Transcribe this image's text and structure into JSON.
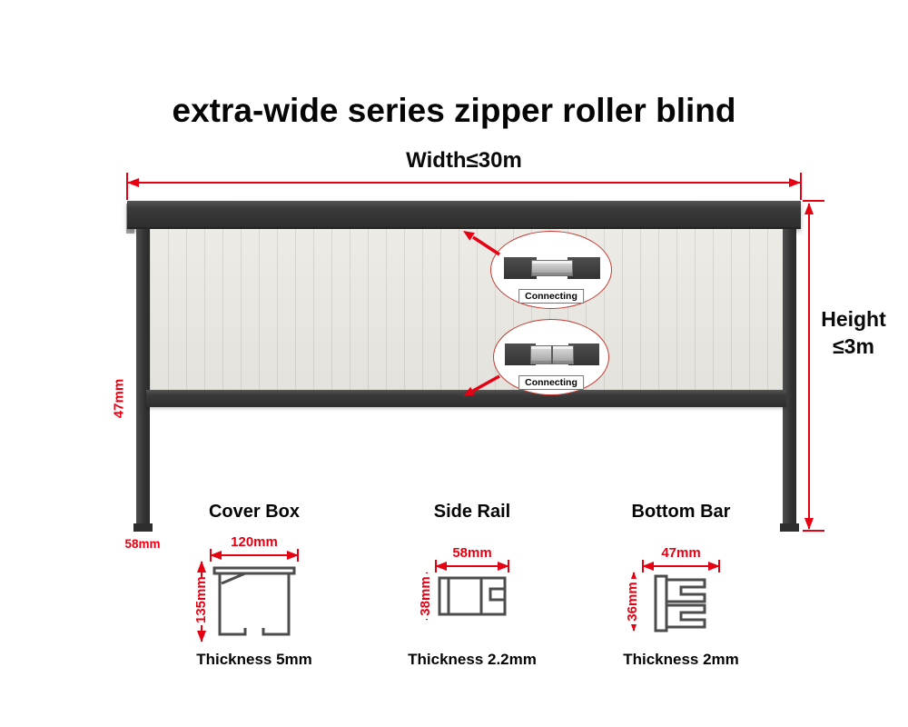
{
  "title": "extra-wide series zipper roller blind",
  "diagram": {
    "width_dim": "Width≤30m",
    "height_dim_line1": "Height",
    "height_dim_line2": "≤3m",
    "bottom_bar_dim": "47mm",
    "side_rail_dim": "58mm",
    "callouts": [
      {
        "label": "Connecting"
      },
      {
        "label": "Connecting"
      }
    ]
  },
  "profiles": [
    {
      "name": "Cover Box",
      "width": "120mm",
      "height": "135mm",
      "thickness": "Thickness 5mm"
    },
    {
      "name": "Side Rail",
      "width": "58mm",
      "height": "38mm",
      "thickness": "Thickness 2.2mm"
    },
    {
      "name": "Bottom Bar",
      "width": "47mm",
      "height": "36mm",
      "thickness": "Thickness 2mm"
    }
  ],
  "colors": {
    "accent_red": "#e60012",
    "frame_dark": "#3a3a3a",
    "fabric_light": "#eae8e3"
  }
}
